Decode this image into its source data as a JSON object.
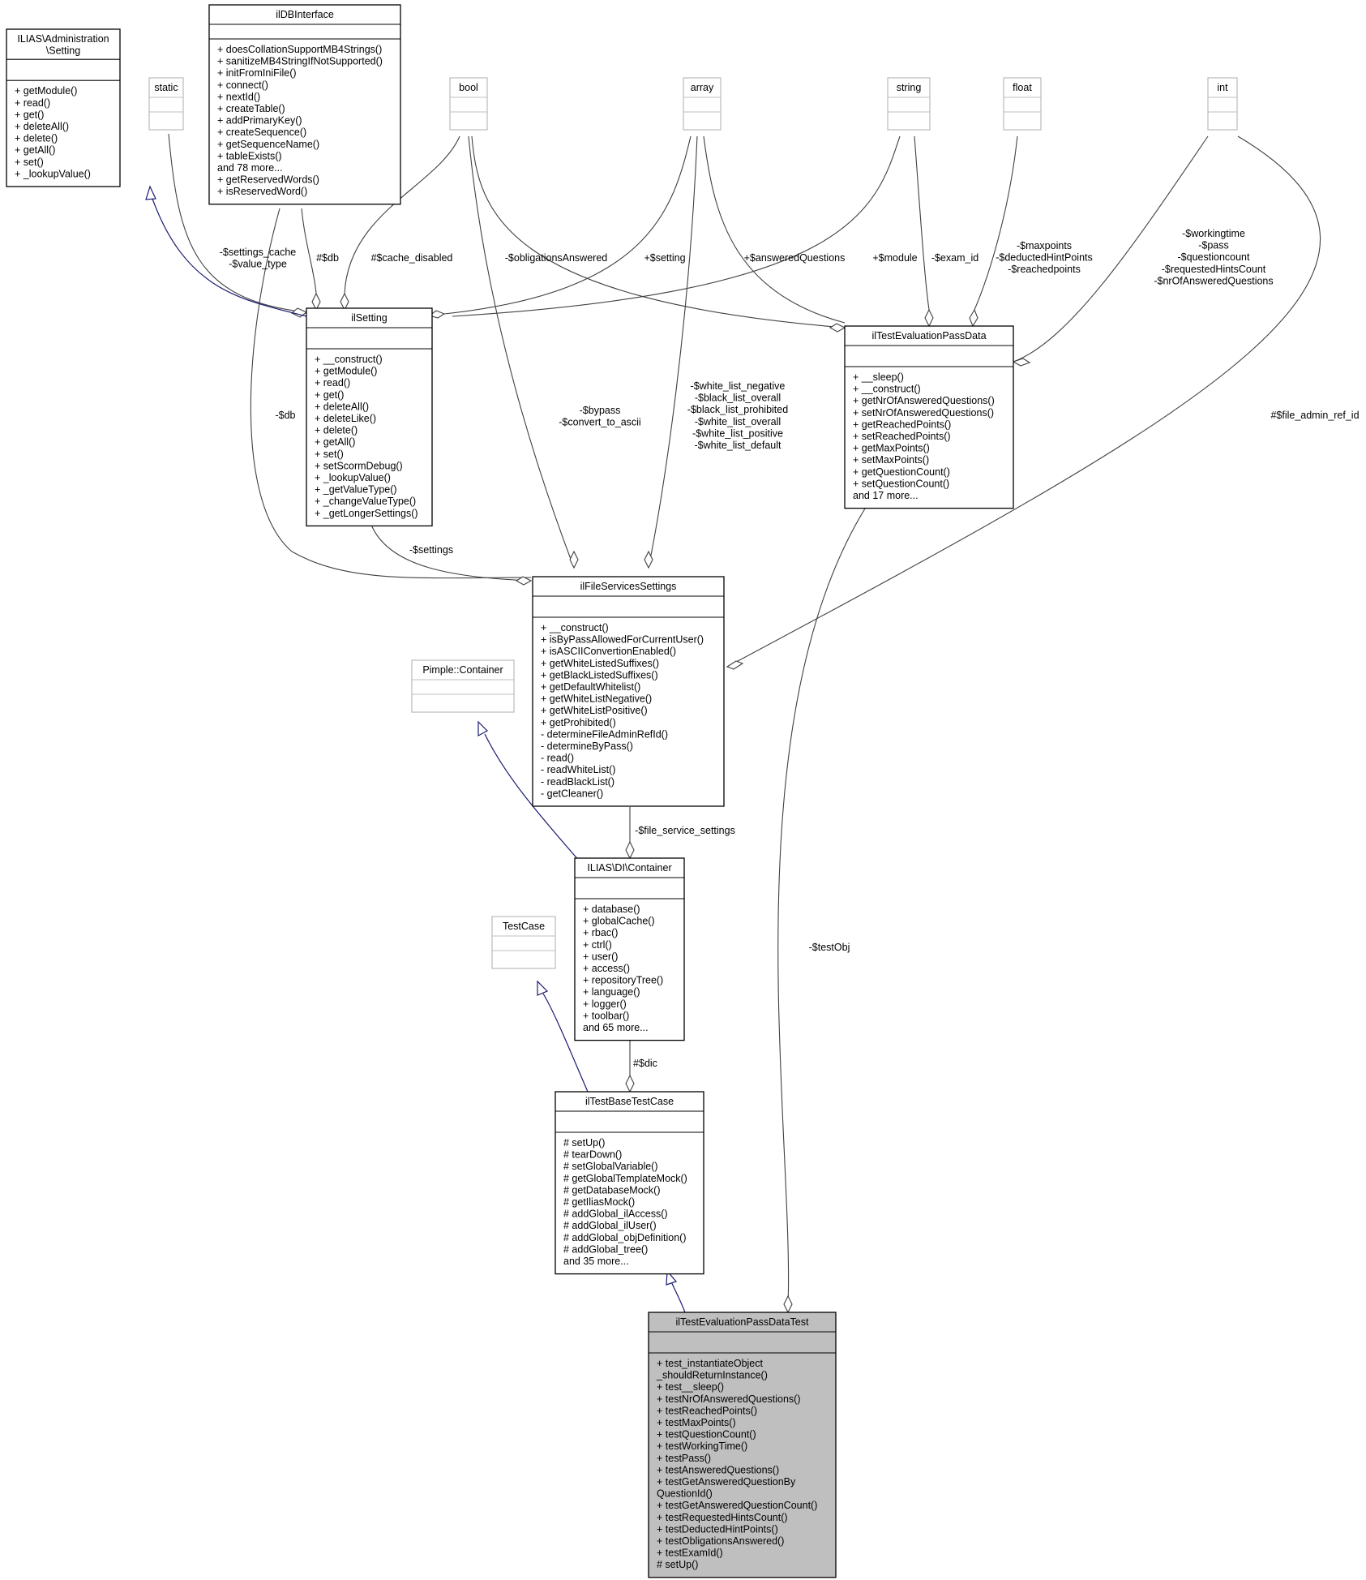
{
  "diagram": {
    "classes": {
      "administration_setting": {
        "title": [
          "ILIAS\\Administration",
          "\\Setting"
        ],
        "members": [
          "+ getModule()",
          "+ read()",
          "+ get()",
          "+ deleteAll()",
          "+ delete()",
          "+ getAll()",
          "+ set()",
          "+ _lookupValue()"
        ]
      },
      "static": {
        "title": [
          "static"
        ],
        "members": []
      },
      "ildbinterface": {
        "title": [
          "ilDBInterface"
        ],
        "members": [
          "+ doesCollationSupportMB4Strings()",
          "+ sanitizeMB4StringIfNotSupported()",
          "+ initFromIniFile()",
          "+ connect()",
          "+ nextId()",
          "+ createTable()",
          "+ addPrimaryKey()",
          "+ createSequence()",
          "+ getSequenceName()",
          "+ tableExists()",
          "and 78 more...",
          "+ getReservedWords()",
          "+ isReservedWord()"
        ]
      },
      "bool": {
        "title": [
          "bool"
        ],
        "members": []
      },
      "array": {
        "title": [
          "array"
        ],
        "members": []
      },
      "string": {
        "title": [
          "string"
        ],
        "members": []
      },
      "float": {
        "title": [
          "float"
        ],
        "members": []
      },
      "int": {
        "title": [
          "int"
        ],
        "members": []
      },
      "ilsetting": {
        "title": [
          "ilSetting"
        ],
        "members": [
          "+ __construct()",
          "+ getModule()",
          "+ read()",
          "+ get()",
          "+ deleteAll()",
          "+ deleteLike()",
          "+ delete()",
          "+ getAll()",
          "+ set()",
          "+ setScormDebug()",
          "+ _lookupValue()",
          "+ _getValueType()",
          "+ _changeValueType()",
          "+ _getLongerSettings()"
        ]
      },
      "iltestevaluationpassdata": {
        "title": [
          "ilTestEvaluationPassData"
        ],
        "members": [
          "+ __sleep()",
          "+ __construct()",
          "+ getNrOfAnsweredQuestions()",
          "+ setNrOfAnsweredQuestions()",
          "+ getReachedPoints()",
          "+ setReachedPoints()",
          "+ getMaxPoints()",
          "+ setMaxPoints()",
          "+ getQuestionCount()",
          "+ setQuestionCount()",
          "and 17 more..."
        ]
      },
      "ilfileservicessettings": {
        "title": [
          "ilFileServicesSettings"
        ],
        "members": [
          "+ __construct()",
          "+ isByPassAllowedForCurrentUser()",
          "+ isASCIIConvertionEnabled()",
          "+ getWhiteListedSuffixes()",
          "+ getBlackListedSuffixes()",
          "+ getDefaultWhitelist()",
          "+ getWhiteListNegative()",
          "+ getWhiteListPositive()",
          "+ getProhibited()",
          "- determineFileAdminRefId()",
          "- determineByPass()",
          "- read()",
          "- readWhiteList()",
          "- readBlackList()",
          "- getCleaner()"
        ]
      },
      "pimple_container": {
        "title": [
          "Pimple::Container"
        ],
        "members": []
      },
      "ilias_di_container": {
        "title": [
          "ILIAS\\DI\\Container"
        ],
        "members": [
          "+ database()",
          "+ globalCache()",
          "+ rbac()",
          "+ ctrl()",
          "+ user()",
          "+ access()",
          "+ repositoryTree()",
          "+ language()",
          "+ logger()",
          "+ toolbar()",
          "and 65 more..."
        ]
      },
      "testcase": {
        "title": [
          "TestCase"
        ],
        "members": []
      },
      "iltestbasetestcase": {
        "title": [
          "ilTestBaseTestCase"
        ],
        "members": [
          "# setUp()",
          "# tearDown()",
          "# setGlobalVariable()",
          "# getGlobalTemplateMock()",
          "# getDatabaseMock()",
          "# getIliasMock()",
          "# addGlobal_ilAccess()",
          "# addGlobal_ilUser()",
          "# addGlobal_objDefinition()",
          "# addGlobal_tree()",
          "and 35 more..."
        ]
      },
      "iltestevaluationpassdatatest": {
        "title": [
          "ilTestEvaluationPassDataTest"
        ],
        "members": [
          "+ test_instantiateObject",
          "_shouldReturnInstance()",
          "+ test__sleep()",
          "+ testNrOfAnsweredQuestions()",
          "+ testReachedPoints()",
          "+ testMaxPoints()",
          "+ testQuestionCount()",
          "+ testWorkingTime()",
          "+ testPass()",
          "+ testAnsweredQuestions()",
          "+ testGetAnsweredQuestionBy",
          "QuestionId()",
          "+ testGetAnsweredQuestionCount()",
          "+ testRequestedHintsCount()",
          "+ testDeductedHintPoints()",
          "+ testObligationsAnswered()",
          "+ testExamId()",
          "# setUp()"
        ]
      }
    },
    "edge_labels": {
      "settings_cache": [
        "-$settings_cache",
        "-$value_type"
      ],
      "db_setting": [
        "#$db"
      ],
      "cache_disabled": [
        "#$cache_disabled"
      ],
      "obligations": [
        "-$obligationsAnswered"
      ],
      "setting": [
        "+$setting"
      ],
      "answered_questions": [
        "+$answeredQuestions"
      ],
      "module": [
        "+$module"
      ],
      "exam_id": [
        "-$exam_id"
      ],
      "maxpoints": [
        "-$maxpoints",
        "-$deductedHintPoints",
        "-$reachedpoints"
      ],
      "workingtime": [
        "-$workingtime",
        "-$pass",
        "-$questioncount",
        "-$requestedHintsCount",
        "-$nrOfAnsweredQuestions"
      ],
      "db_files": [
        "-$db"
      ],
      "bypass": [
        "-$bypass",
        "-$convert_to_ascii"
      ],
      "white_list": [
        "-$white_list_negative",
        "-$black_list_overall",
        "-$black_list_prohibited",
        "-$white_list_overall",
        "-$white_list_positive",
        "-$white_list_default"
      ],
      "file_admin_ref_id": [
        "#$file_admin_ref_id"
      ],
      "settings": [
        "-$settings"
      ],
      "file_service_settings": [
        "-$file_service_settings"
      ],
      "test_obj": [
        "-$testObj"
      ],
      "dic": [
        "#$dic"
      ]
    }
  }
}
